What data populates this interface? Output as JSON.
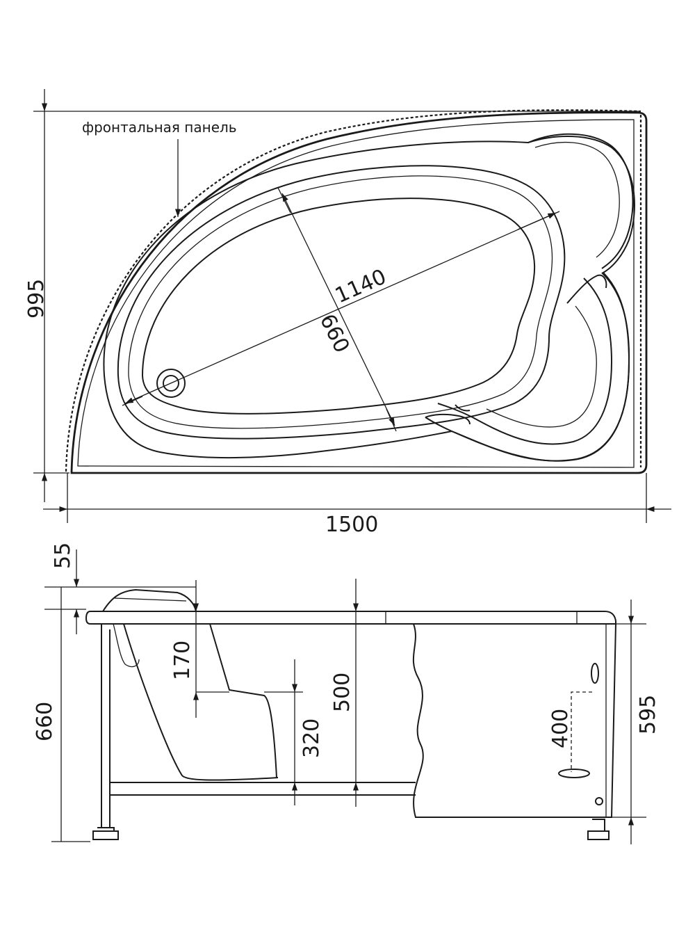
{
  "labels": {
    "front_panel": "фронтальная панель"
  },
  "dimensions": {
    "top_view": {
      "depth": "995",
      "length": "1500",
      "inner_length": "1140",
      "inner_width": "660"
    },
    "side_view": {
      "rim_thickness": "55",
      "total_height": "660",
      "seat_depth": "170",
      "seat_height": "320",
      "bowl_depth": "500",
      "panel_height": "595",
      "overflow_height": "400"
    }
  },
  "colors": {
    "line": "#1a1a1a",
    "background": "#ffffff"
  }
}
